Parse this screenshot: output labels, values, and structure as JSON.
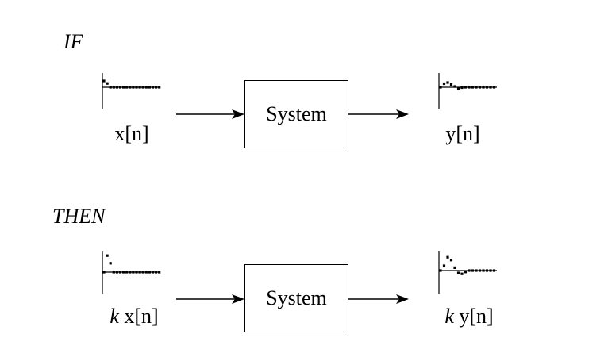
{
  "if_label": "IF",
  "then_label": "THEN",
  "rows": [
    {
      "input_label": "x[n]",
      "input_prefix": "",
      "system_label": "System",
      "output_label": "y[n]",
      "output_prefix": "",
      "input_signal": [
        1.0,
        0.6,
        0,
        0,
        0,
        0,
        0,
        0,
        0,
        0,
        0,
        0,
        0,
        0,
        0,
        0,
        0,
        0
      ],
      "output_signal": [
        0,
        0.9,
        1.2,
        0.7,
        0.2,
        -0.3,
        -0.1,
        0,
        0,
        0,
        0,
        0,
        0,
        0,
        0,
        0
      ]
    },
    {
      "input_label": "x[n]",
      "input_prefix": "k",
      "system_label": "System",
      "output_label": "y[n]",
      "output_prefix": "k",
      "input_signal": [
        0,
        2.6,
        1.4,
        0,
        0,
        0,
        0,
        0,
        0,
        0,
        0,
        0,
        0,
        0,
        0,
        0,
        0,
        0
      ],
      "output_signal": [
        0,
        1.0,
        2.8,
        2.2,
        0.6,
        -0.5,
        -0.7,
        -0.3,
        0,
        0,
        0,
        0,
        0,
        0,
        0,
        0
      ]
    }
  ]
}
